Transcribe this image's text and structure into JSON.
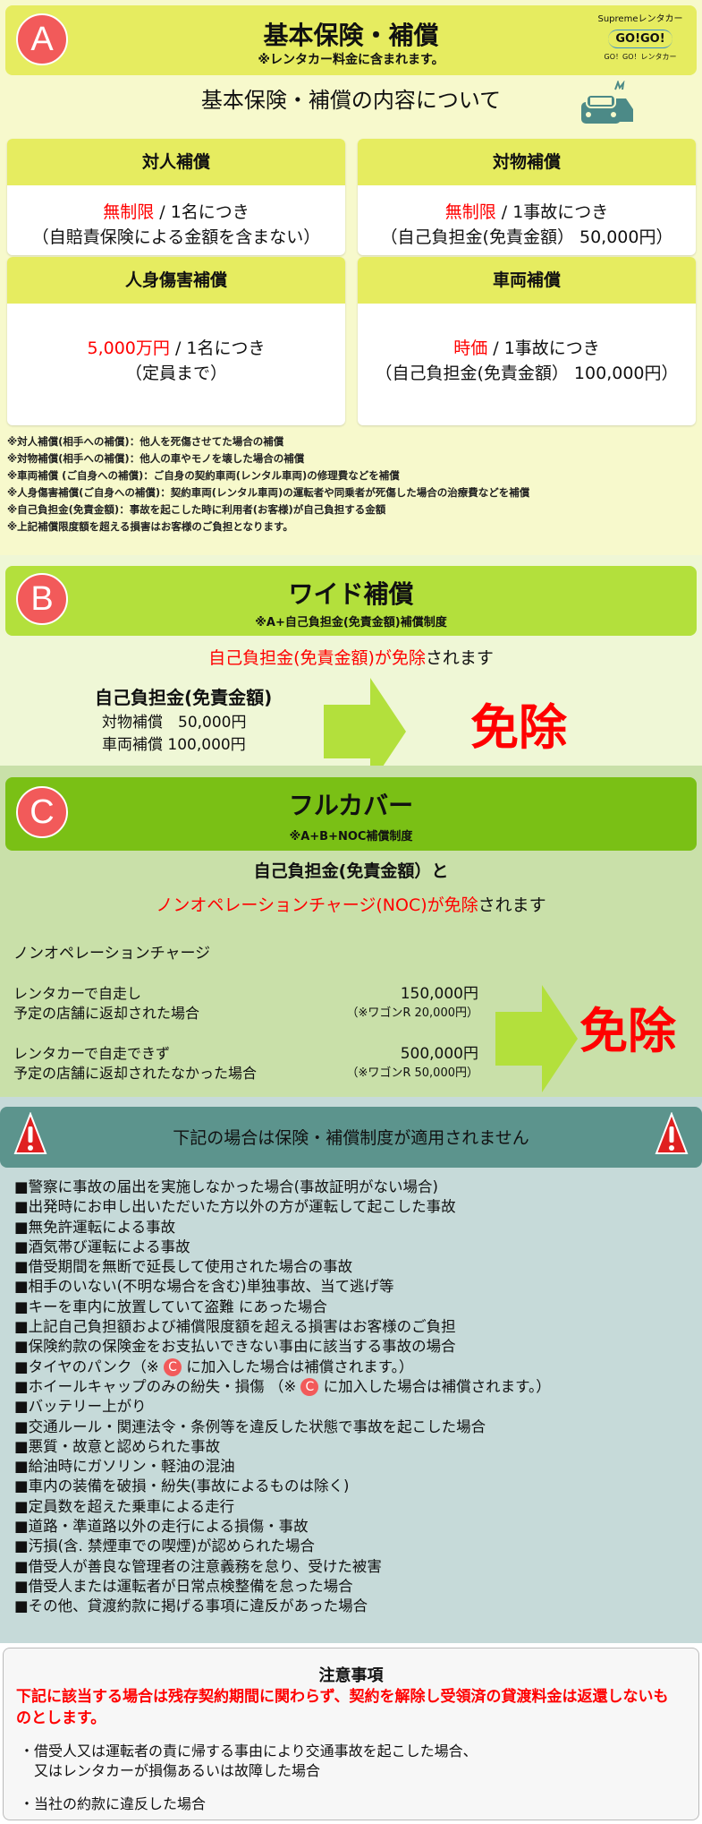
{
  "section_a": {
    "badge": "A",
    "title": "基本保険・補償",
    "subtitle": "※レンタカー料金に含まれます。",
    "logo_top": "Supremeレンタカー",
    "logo_mid": "GO!GO!",
    "logo_bottom": "GO！GO！レンタカー",
    "heading": "基本保険・補償の内容について",
    "cards": [
      {
        "title": "対人補償",
        "red": "無制限",
        "rest": " / 1名につき",
        "note": "（自賠責保険による金額を含まない）"
      },
      {
        "title": "対物補償",
        "red": "無制限",
        "rest": " / 1事故につき",
        "note": "（自己負担金(免責金額） 50,000円）"
      },
      {
        "title": "人身傷害補償",
        "red": "5,000万円",
        "rest": " / 1名につき",
        "note": "（定員まで）"
      },
      {
        "title": "車両補償",
        "red": "時価",
        "rest": " / 1事故につき",
        "note": "（自己負担金(免責金額） 100,000円）"
      }
    ],
    "notes": [
      "※対人補償(相手への補償)：他人を死傷させてた場合の補償",
      "※対物補償(相手への補償)：他人の車やモノを壊した場合の補償",
      "※車両補償 (ご自身への補償)：ご自身の契約車両(レンタル車両)の修理費などを補償",
      "※人身傷害補償(ご自身への補償)：契約車両(レンタル車両)の運転者や同乗者が死傷した場合の治療費などを補償",
      "※自己負担金(免責金額)：事故を起こした時に利用者(お客様)が自己負担する金額",
      "※上記補償限度額を超える損害はお客様のご負担となります。"
    ]
  },
  "section_b": {
    "badge": "B",
    "title": "ワイド補償",
    "subtitle": "※A+自己負担金(免責金額)補償制度",
    "lead_red": "自己負担金(免責金額)が免除",
    "lead_rest": "されます",
    "label": "自己負担金(免責金額)",
    "line1": "対物補償　50,000円",
    "line2": "車両補償 100,000円",
    "result": "免除"
  },
  "section_c": {
    "badge": "C",
    "title": "フルカバー",
    "subtitle": "※A+B+NOC補償制度",
    "lead1": "自己負担金(免責金額）と",
    "lead2_red": "ノンオペレーションチャージ(NOC)が免除",
    "lead2_rest": "されます",
    "noc_title": "ノンオペレーションチャージ",
    "cases": [
      {
        "l1": "レンタカーで自走し",
        "l2": "予定の店舗に返却された場合",
        "amount": "150,000円",
        "wagon": "（※ワゴンR  20,000円）"
      },
      {
        "l1": "レンタカーで自走できず",
        "l2": "予定の店舗に返却されたなかった場合",
        "amount": "500,000円",
        "wagon": "（※ワゴンR  50,000円）"
      }
    ],
    "result": "免除"
  },
  "warning": {
    "title": "下記の場合は保険・補償制度が適用されません",
    "items": [
      "■警察に事故の届出を実施しなかった場合(事故証明がない場合)",
      "■出発時にお申し出いただいた方以外の方が運転して起こした事故",
      "■無免許運転による事故",
      "■酒気帯び運転による事故",
      "■借受期間を無断で延長して使用された場合の事故",
      "■相手のいない(不明な場合を含む)単独事故、当て逃げ等",
      "■キーを車内に放置していて盗難 にあった場合",
      "■上記自己負担額および補償限度額を超える損害はお客様のご負担",
      "■保険約款の保険金をお支払いできない事由に該当する事故の場合"
    ],
    "item_tire_a": "■タイヤのパンク（※ ",
    "item_wheel_a": "■ホイールキャップのみの紛失・損傷 （※ ",
    "c_badge": "C",
    "item_join": " に加入した場合は補償されます。）",
    "items2": [
      "■バッテリー上がり",
      "■交通ルール・関連法令・条例等を違反した状態で事故を起こした場合",
      "■悪質・故意と認められた事故",
      "■給油時にガソリン・軽油の混油",
      "■車内の装備を破損・紛失(事故によるものは除く)",
      "■定員数を超えた乗車による走行",
      "■道路・準道路以外の走行による損傷・事故",
      "■汚損(含. 禁煙車での喫煙)が認められた場合",
      "■借受人が善良な管理者の注意義務を怠り、受けた被害",
      "■借受人または運転者が日常点検整備を怠った場合",
      "■その他、貸渡約款に掲げる事項に違反があった場合"
    ]
  },
  "caution": {
    "title": "注意事項",
    "red": "下記に該当する場合は残存契約期間に関わらず、契約を解除し受領済の貸渡料金は返還しないものとします。",
    "b1a": "・借受人又は運転者の責に帰する事由により交通事故を起こした場合、",
    "b1b": "　又はレンタカーが損傷あるいは故障した場合",
    "b2": "・当社の約款に違反した場合"
  },
  "colors": {
    "accent_red": "#ff0000",
    "badge": "#f25a5a",
    "a_bar": "#e6ec60",
    "b_bar": "#b3e03c",
    "c_bar": "#7ac015",
    "warn_bar": "#5c948d"
  }
}
